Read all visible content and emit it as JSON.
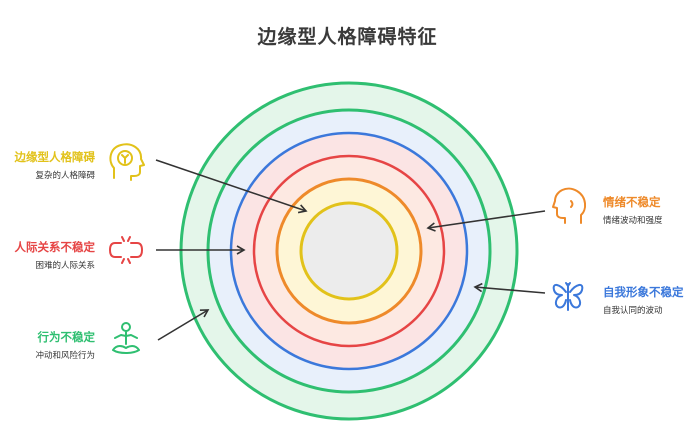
{
  "title": "边缘型人格障碍特征",
  "colors": {
    "yellow": "#e2c21a",
    "red": "#e64545",
    "green": "#2fbf71",
    "orange": "#ee8a2a",
    "blue": "#3b78db",
    "text_dark": "#3a3a3a"
  },
  "items": [
    {
      "id": "bpd",
      "title": "边缘型人格障碍",
      "subtitle": "复杂的人格障碍",
      "icon": "brain-head-icon",
      "color": "yellow"
    },
    {
      "id": "interpersonal",
      "title": "人际关系不稳定",
      "subtitle": "困难的人际关系",
      "icon": "broken-link-icon",
      "color": "red"
    },
    {
      "id": "behavior",
      "title": "行为不稳定",
      "subtitle": "冲动和风险行为",
      "icon": "meditation-person-icon",
      "color": "green"
    },
    {
      "id": "emotion",
      "title": "情绪不稳定",
      "subtitle": "情绪波动和强度",
      "icon": "head-profile-icon",
      "color": "orange"
    },
    {
      "id": "selfimage",
      "title": "自我形象不稳定",
      "subtitle": "自我认同的波动",
      "icon": "butterfly-icon",
      "color": "blue"
    }
  ]
}
